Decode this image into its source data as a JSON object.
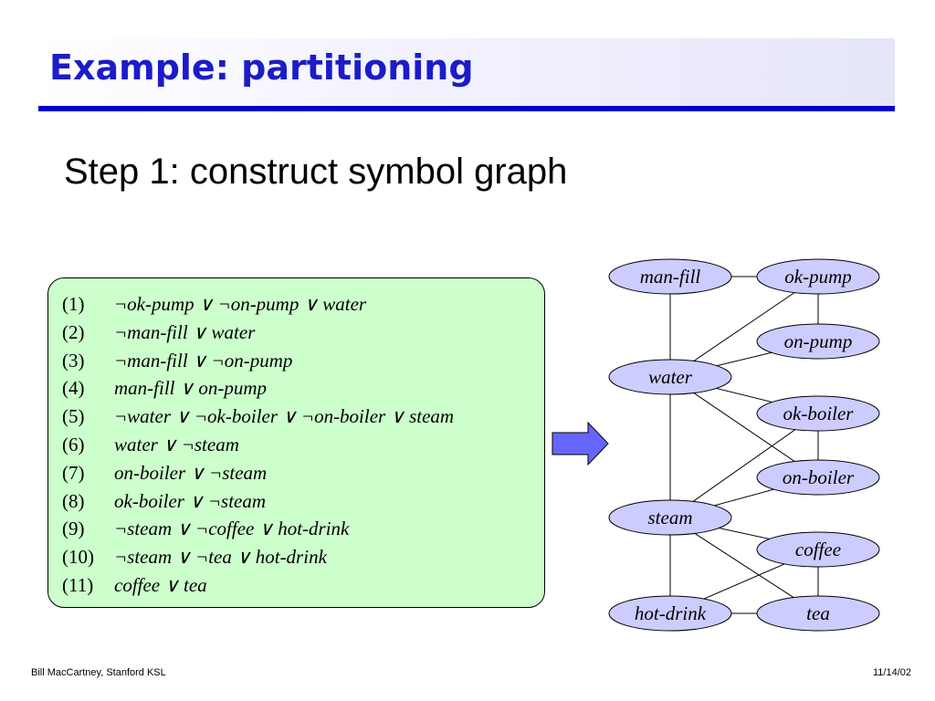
{
  "slide": {
    "title": "Example: partitioning",
    "subtitle": "Step 1: construct symbol graph"
  },
  "clauses": [
    {
      "num": "(1)",
      "text": "¬ok-pump ∨ ¬on-pump ∨ water"
    },
    {
      "num": "(2)",
      "text": "¬man-fill ∨ water"
    },
    {
      "num": "(3)",
      "text": "¬man-fill ∨ ¬on-pump"
    },
    {
      "num": "(4)",
      "text": "man-fill ∨ on-pump"
    },
    {
      "num": "(5)",
      "text": "¬water ∨ ¬ok-boiler ∨ ¬on-boiler ∨ steam"
    },
    {
      "num": "(6)",
      "text": "water ∨ ¬steam"
    },
    {
      "num": "(7)",
      "text": "on-boiler ∨ ¬steam"
    },
    {
      "num": "(8)",
      "text": "ok-boiler ∨ ¬steam"
    },
    {
      "num": "(9)",
      "text": "¬steam ∨ ¬coffee ∨ hot-drink"
    },
    {
      "num": "(10)",
      "text": "¬steam ∨ ¬tea ∨ hot-drink"
    },
    {
      "num": "(11)",
      "text": "coffee ∨ tea"
    }
  ],
  "graph": {
    "nodes": [
      {
        "id": "man-fill",
        "label": "man-fill"
      },
      {
        "id": "ok-pump",
        "label": "ok-pump"
      },
      {
        "id": "on-pump",
        "label": "on-pump"
      },
      {
        "id": "water",
        "label": "water"
      },
      {
        "id": "ok-boiler",
        "label": "ok-boiler"
      },
      {
        "id": "on-boiler",
        "label": "on-boiler"
      },
      {
        "id": "steam",
        "label": "steam"
      },
      {
        "id": "coffee",
        "label": "coffee"
      },
      {
        "id": "hot-drink",
        "label": "hot-drink"
      },
      {
        "id": "tea",
        "label": "tea"
      }
    ],
    "edges": [
      [
        "man-fill",
        "ok-pump"
      ],
      [
        "man-fill",
        "water"
      ],
      [
        "ok-pump",
        "on-pump"
      ],
      [
        "ok-pump",
        "water"
      ],
      [
        "on-pump",
        "water"
      ],
      [
        "water",
        "ok-boiler"
      ],
      [
        "water",
        "on-boiler"
      ],
      [
        "water",
        "steam"
      ],
      [
        "ok-boiler",
        "on-boiler"
      ],
      [
        "ok-boiler",
        "steam"
      ],
      [
        "on-boiler",
        "steam"
      ],
      [
        "steam",
        "coffee"
      ],
      [
        "steam",
        "tea"
      ],
      [
        "steam",
        "hot-drink"
      ],
      [
        "coffee",
        "tea"
      ],
      [
        "coffee",
        "hot-drink"
      ],
      [
        "hot-drink",
        "tea"
      ]
    ]
  },
  "footer": {
    "author": "Bill MacCartney, Stanford KSL",
    "date": "11/14/02"
  },
  "colors": {
    "title": "#1c1cc8",
    "title_rule": "#0000cc",
    "clause_box": "#ccffcc",
    "node_fill": "#ccccff",
    "arrow_fill": "#6666ff"
  }
}
